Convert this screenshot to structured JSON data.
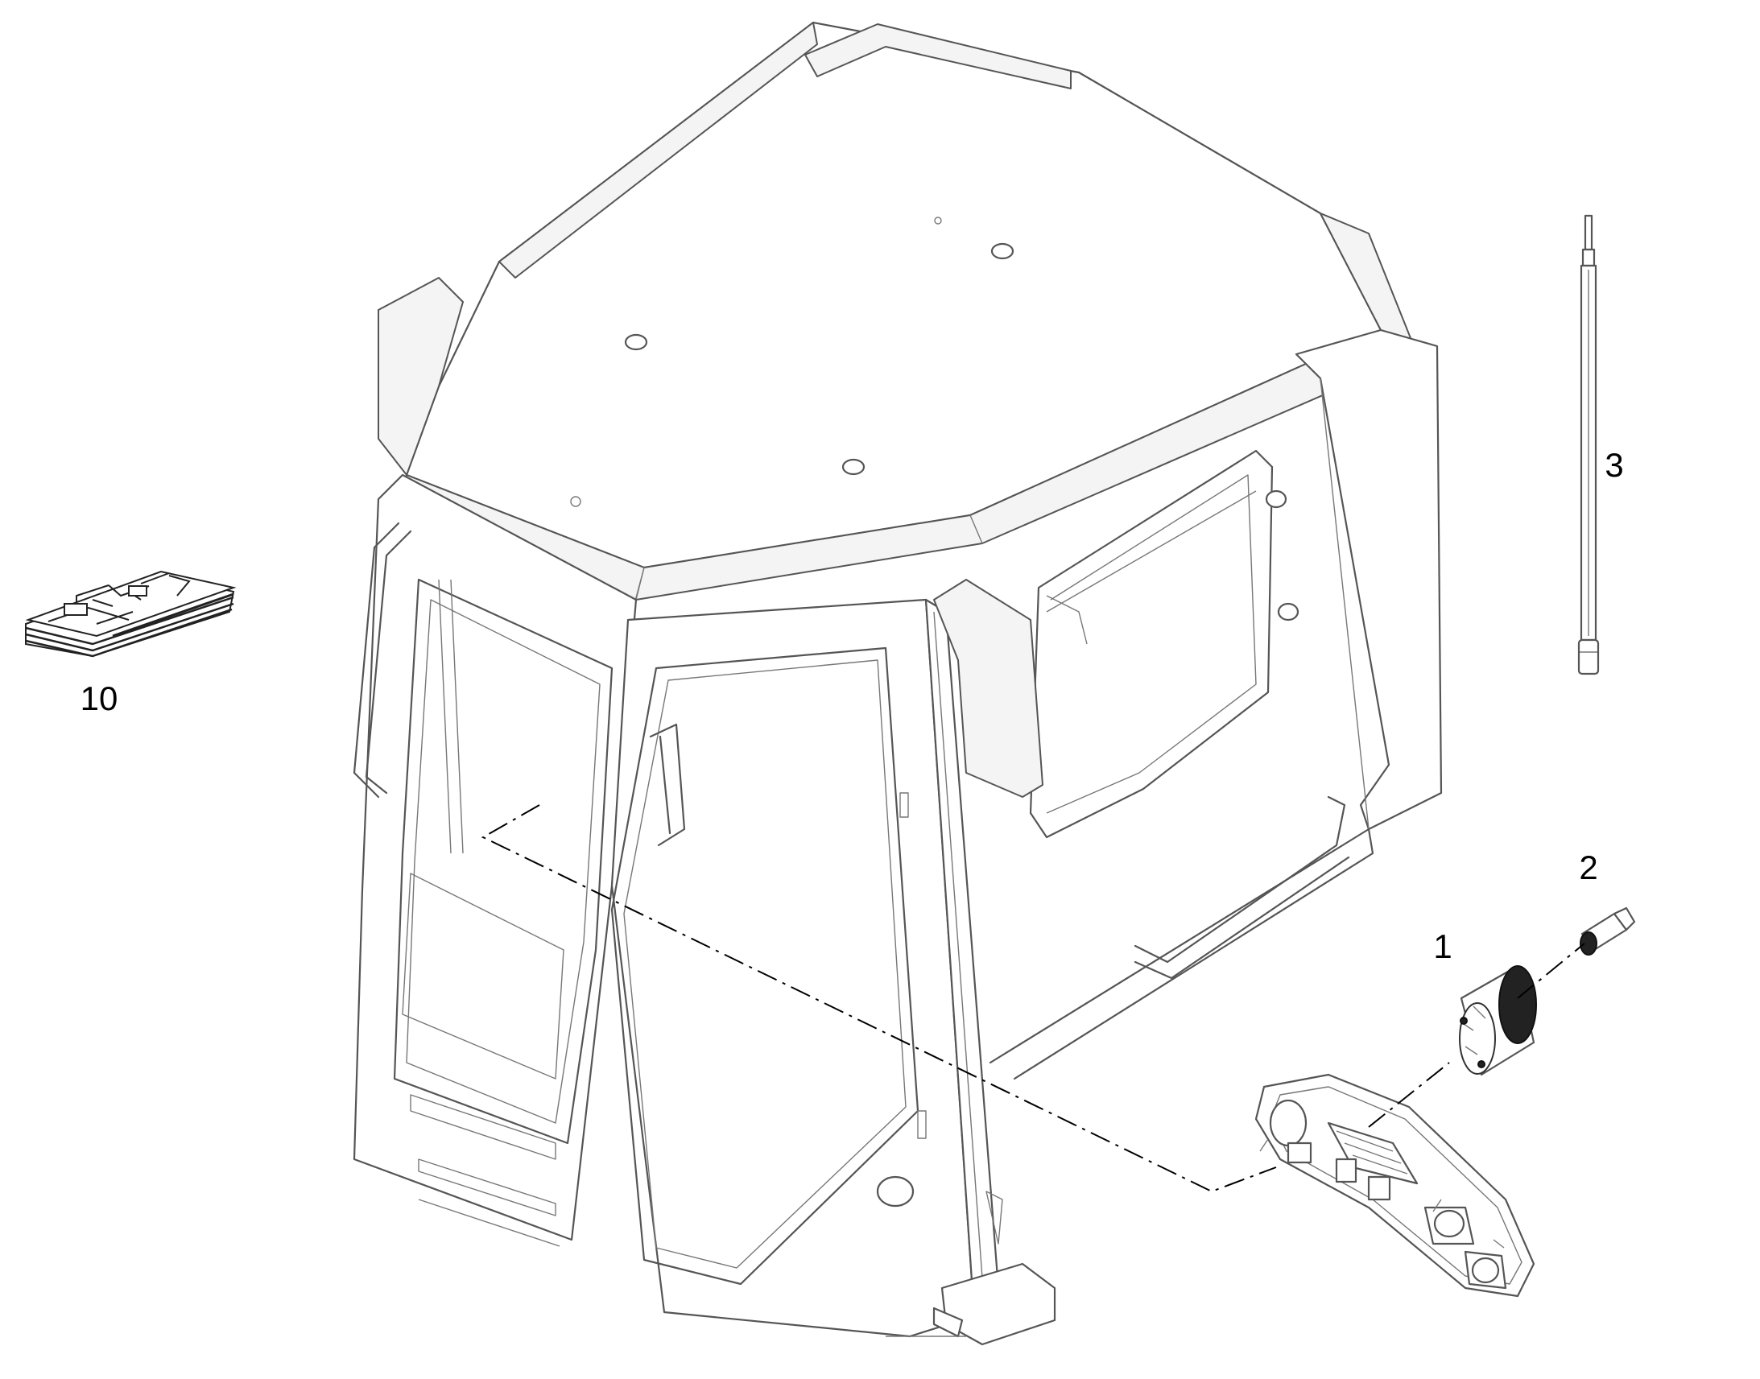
{
  "callouts": {
    "part_1": "1",
    "part_2": "2",
    "part_3": "3",
    "part_10": "10"
  },
  "colors": {
    "line": "#555555",
    "label": "#000000",
    "background": "#ffffff"
  }
}
